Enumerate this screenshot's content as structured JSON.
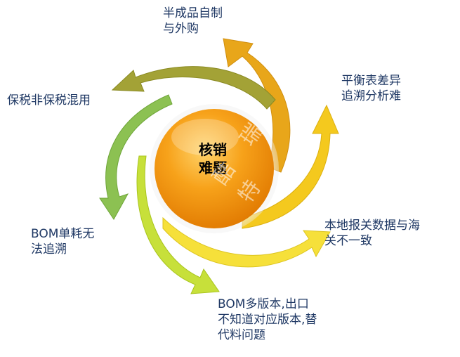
{
  "center": {
    "label": "核销\n难题"
  },
  "watermark": "酷 瑞 特",
  "items": [
    {
      "id": "semi-finished",
      "label": "半成品自制\n与外购",
      "color": "#e8a61a"
    },
    {
      "id": "balance-sheet",
      "label": "平衡表差异\n追溯分析难",
      "color": "#f4c91e"
    },
    {
      "id": "local-customs",
      "label": "本地报关数据与海\n关不一致",
      "color": "#f6e03a"
    },
    {
      "id": "bom-version",
      "label": "BOM多版本,出口\n不知道对应版本,替\n代料问题",
      "color": "#c7e03a"
    },
    {
      "id": "bom-trace",
      "label": "BOM单耗无\n法追溯",
      "color": "#8cc152"
    },
    {
      "id": "bonded-mix",
      "label": "保税非保税混用",
      "color": "#a3a236"
    }
  ],
  "colors": {
    "text": "#1f3864",
    "sphere_light": "#ffc34d",
    "sphere_dark": "#f28c00"
  }
}
